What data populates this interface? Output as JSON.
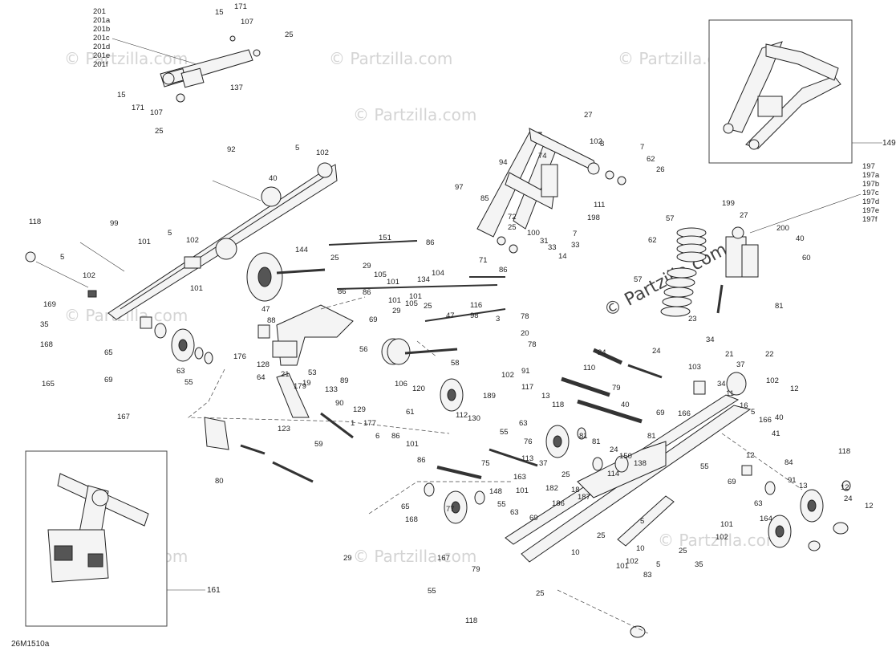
{
  "diagram_code": "26M1510a",
  "watermark_text": "© Partzilla.com",
  "shock_labels_front": [
    "201",
    "201a",
    "201b",
    "201c",
    "201d",
    "201e",
    "201f"
  ],
  "shock_labels_rear": [
    "197",
    "197a",
    "197b",
    "197c",
    "197d",
    "197e",
    "197f"
  ],
  "inset_top_right_label": "149",
  "inset_bottom_left_label": "161",
  "callouts": [
    "15",
    "171",
    "107",
    "25",
    "15",
    "171",
    "107",
    "25",
    "137",
    "92",
    "5",
    "102",
    "40",
    "118",
    "99",
    "101",
    "5",
    "102",
    "5",
    "102",
    "169",
    "35",
    "168",
    "101",
    "65",
    "69",
    "63",
    "55",
    "165",
    "167",
    "144",
    "47",
    "88",
    "176",
    "128",
    "64",
    "21",
    "19",
    "179",
    "123",
    "53",
    "89",
    "133",
    "90",
    "129",
    "177",
    "1",
    "59",
    "80",
    "151",
    "25",
    "29",
    "105",
    "101",
    "86",
    "86",
    "86",
    "101",
    "134",
    "104",
    "71",
    "86",
    "105",
    "101",
    "29",
    "25",
    "116",
    "47",
    "98",
    "69",
    "56",
    "58",
    "106",
    "120",
    "112",
    "130",
    "61",
    "6",
    "86",
    "101",
    "86",
    "102",
    "189",
    "117",
    "13",
    "118",
    "91",
    "63",
    "55",
    "76",
    "81",
    "81",
    "113",
    "37",
    "163",
    "101",
    "182",
    "25",
    "186",
    "187",
    "18",
    "148",
    "55",
    "63",
    "69",
    "65",
    "168",
    "167",
    "55",
    "79",
    "29",
    "77",
    "75",
    "3",
    "78",
    "20",
    "78",
    "110",
    "79",
    "40",
    "24",
    "24",
    "69",
    "166",
    "81",
    "24",
    "150",
    "138",
    "114",
    "27",
    "94",
    "74",
    "102",
    "8",
    "7",
    "62",
    "26",
    "97",
    "85",
    "72",
    "25",
    "100",
    "31",
    "33",
    "33",
    "14",
    "7",
    "198",
    "111",
    "199",
    "57",
    "62",
    "57",
    "27",
    "200",
    "40",
    "60",
    "81",
    "23",
    "34",
    "103",
    "21",
    "37",
    "22",
    "34",
    "11",
    "16",
    "102",
    "12",
    "5",
    "166",
    "41",
    "40",
    "12",
    "69",
    "55",
    "63",
    "84",
    "91",
    "13",
    "118",
    "12",
    "24",
    "12",
    "164",
    "101",
    "102",
    "5",
    "25",
    "10",
    "101",
    "102",
    "5",
    "10",
    "25",
    "35",
    "83",
    "25",
    "118"
  ]
}
